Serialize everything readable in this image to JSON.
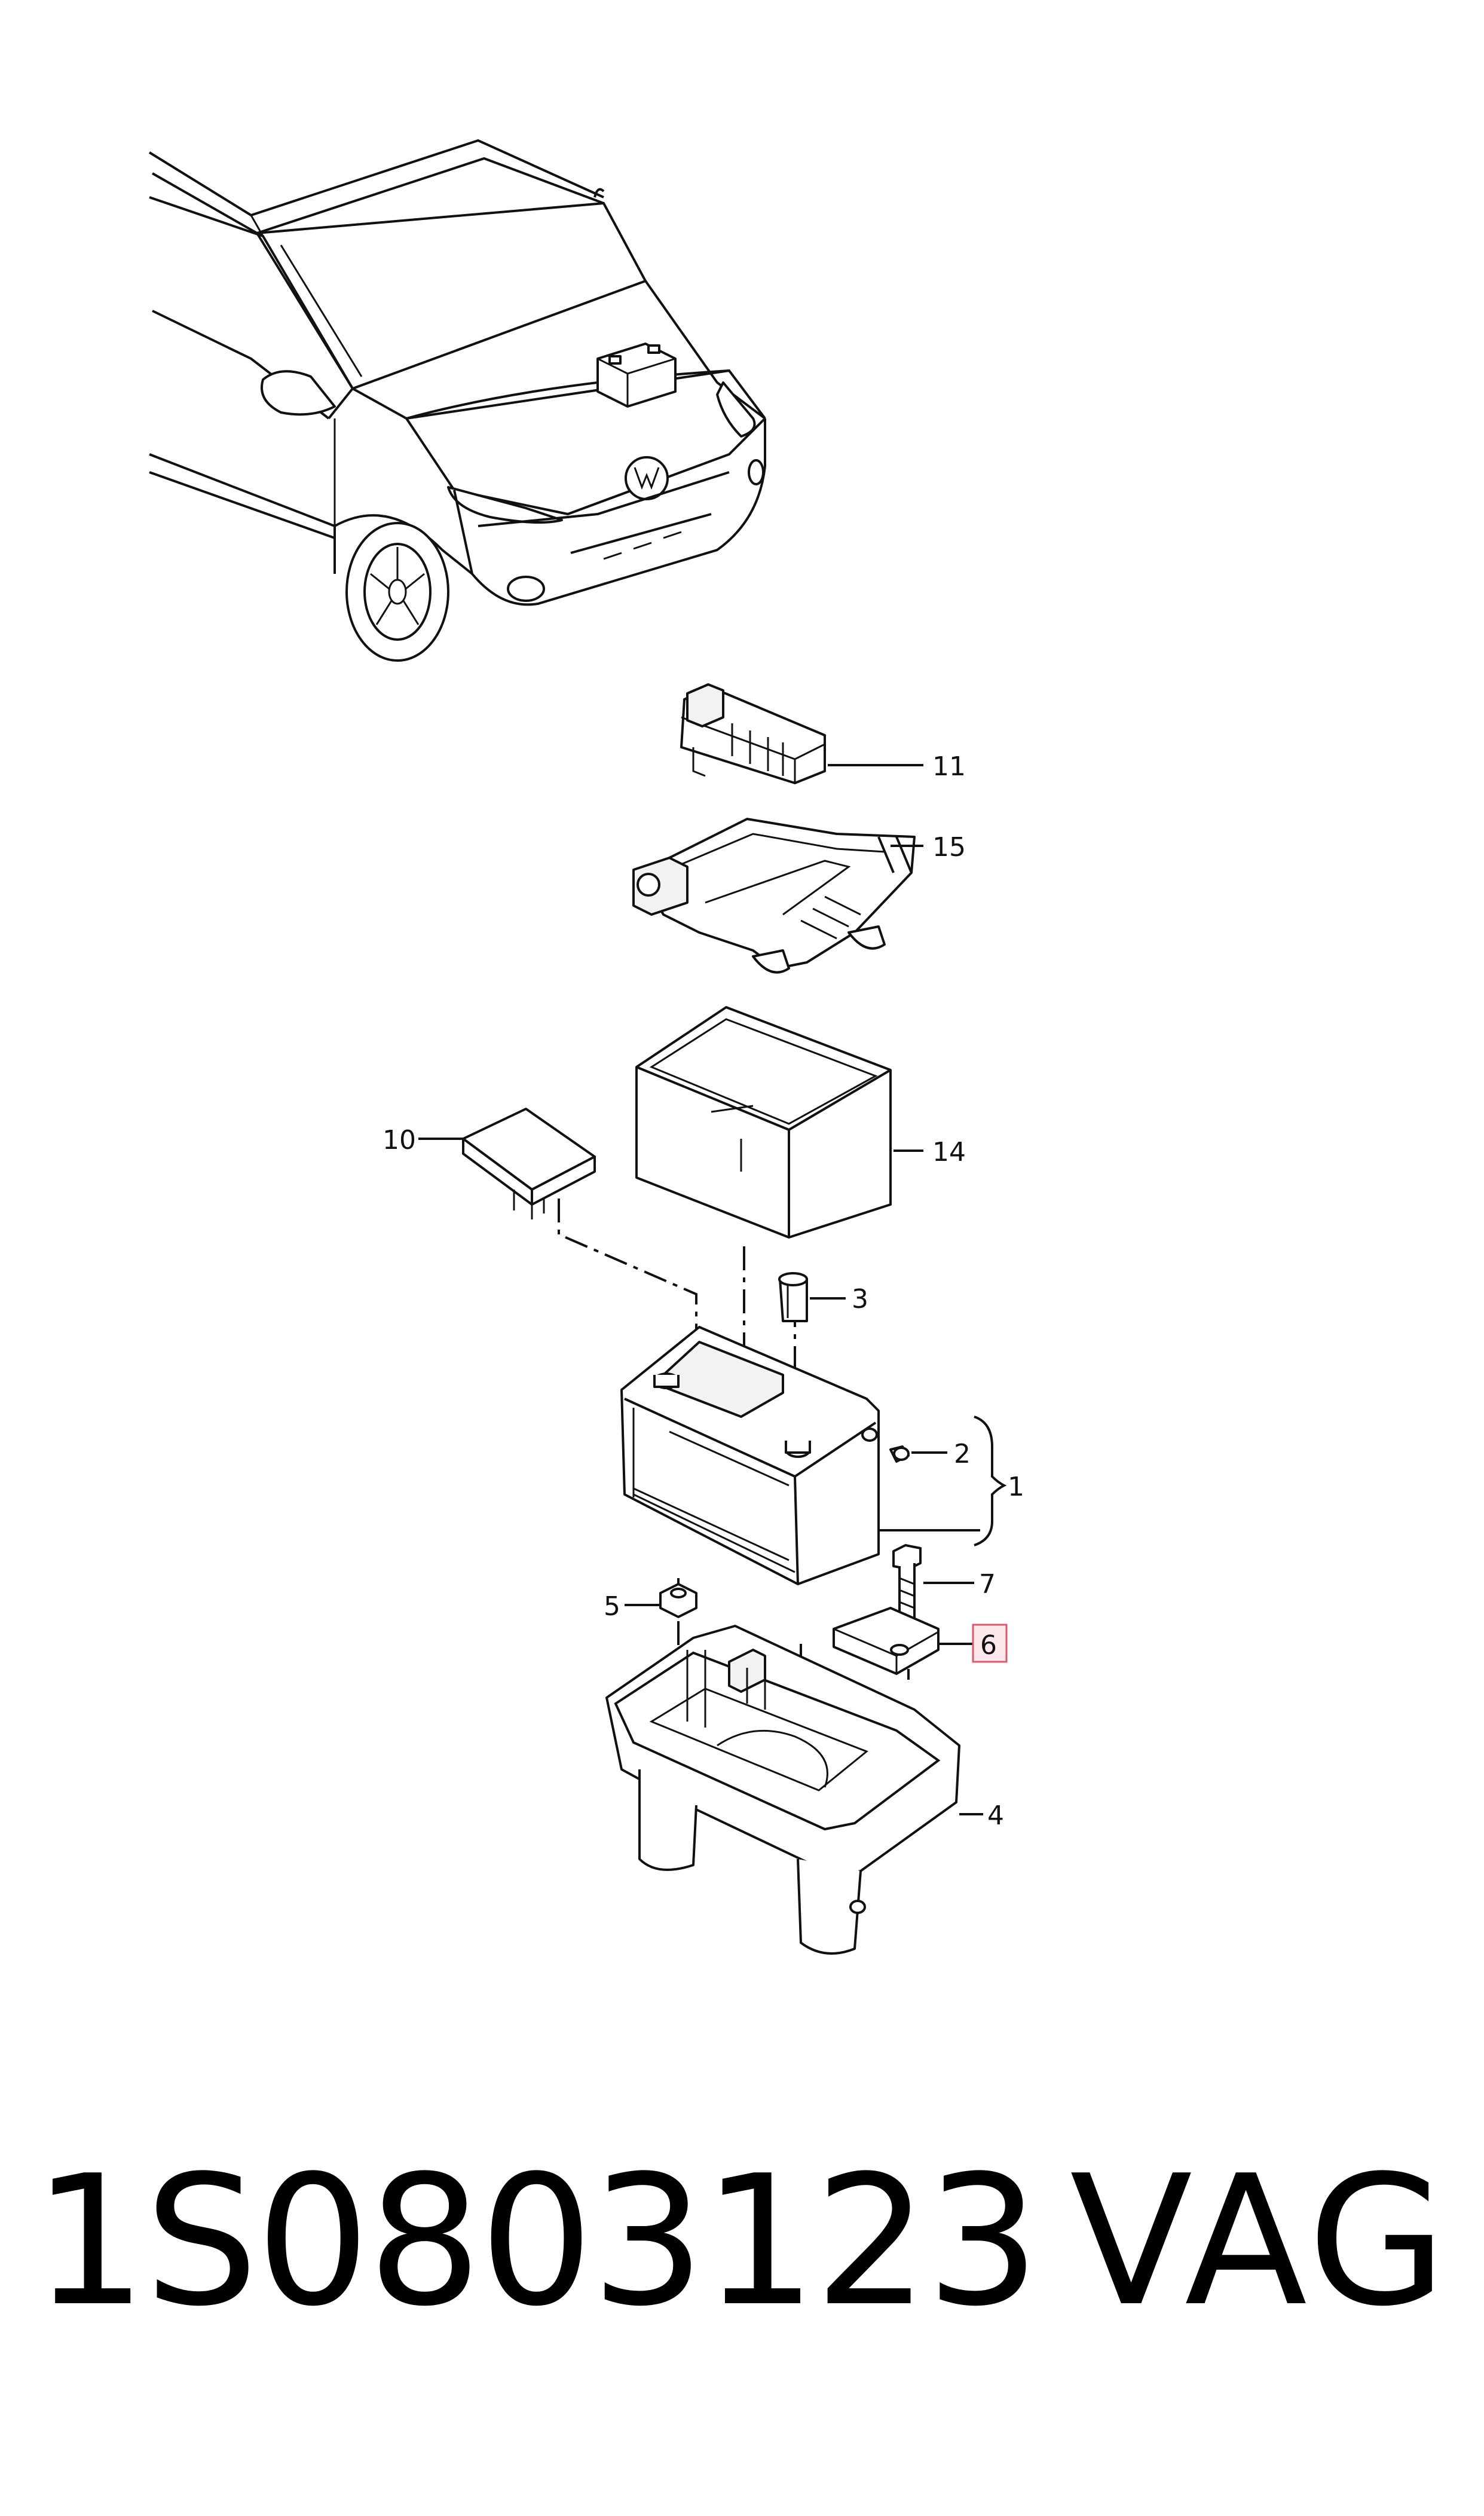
{
  "diagram": {
    "callouts": [
      {
        "id": "1",
        "label": "1",
        "highlighted": false
      },
      {
        "id": "2",
        "label": "2",
        "highlighted": false
      },
      {
        "id": "3",
        "label": "3",
        "highlighted": false
      },
      {
        "id": "4",
        "label": "4",
        "highlighted": false
      },
      {
        "id": "5",
        "label": "5",
        "highlighted": false
      },
      {
        "id": "6",
        "label": "6",
        "highlighted": true
      },
      {
        "id": "7",
        "label": "7",
        "highlighted": false
      },
      {
        "id": "10",
        "label": "10",
        "highlighted": false
      },
      {
        "id": "11",
        "label": "11",
        "highlighted": false
      },
      {
        "id": "14",
        "label": "14",
        "highlighted": false
      },
      {
        "id": "15",
        "label": "15",
        "highlighted": false
      }
    ],
    "highlight_color": "#e0566f"
  },
  "footer": {
    "part_number": "1S0803123",
    "brand": "VAG"
  }
}
